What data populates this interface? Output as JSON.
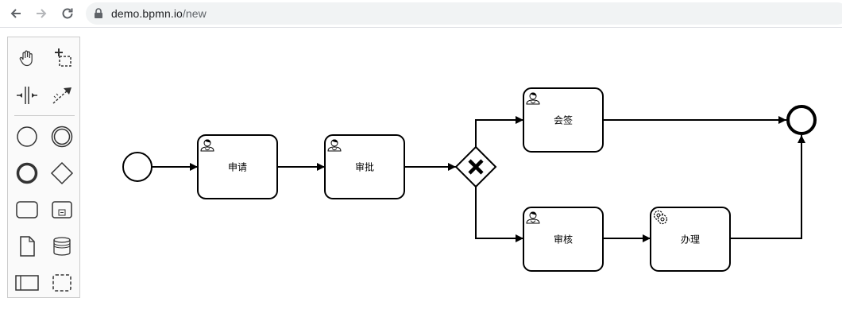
{
  "browser": {
    "url_domain": "demo.bpmn.io",
    "url_path": "/new",
    "icons": [
      "back-arrow-icon",
      "forward-arrow-icon",
      "reload-icon",
      "lock-icon"
    ]
  },
  "palette": {
    "tools": [
      "hand-tool",
      "lasso-tool",
      "space-tool",
      "global-connect-tool",
      "start-event",
      "intermediate-event",
      "end-event",
      "gateway",
      "task",
      "subprocess",
      "data-object",
      "data-store",
      "pool",
      "group"
    ]
  },
  "diagram": {
    "tasks": [
      {
        "id": "apply",
        "label": "申请",
        "type": "user-task"
      },
      {
        "id": "approve",
        "label": "审批",
        "type": "user-task"
      },
      {
        "id": "countersign",
        "label": "会签",
        "type": "user-task"
      },
      {
        "id": "review",
        "label": "审核",
        "type": "user-task"
      },
      {
        "id": "handle",
        "label": "办理",
        "type": "service-task"
      }
    ],
    "gateway": {
      "type": "exclusive-gateway"
    },
    "start_event": {
      "type": "start-event"
    },
    "end_event": {
      "type": "end-event"
    }
  }
}
